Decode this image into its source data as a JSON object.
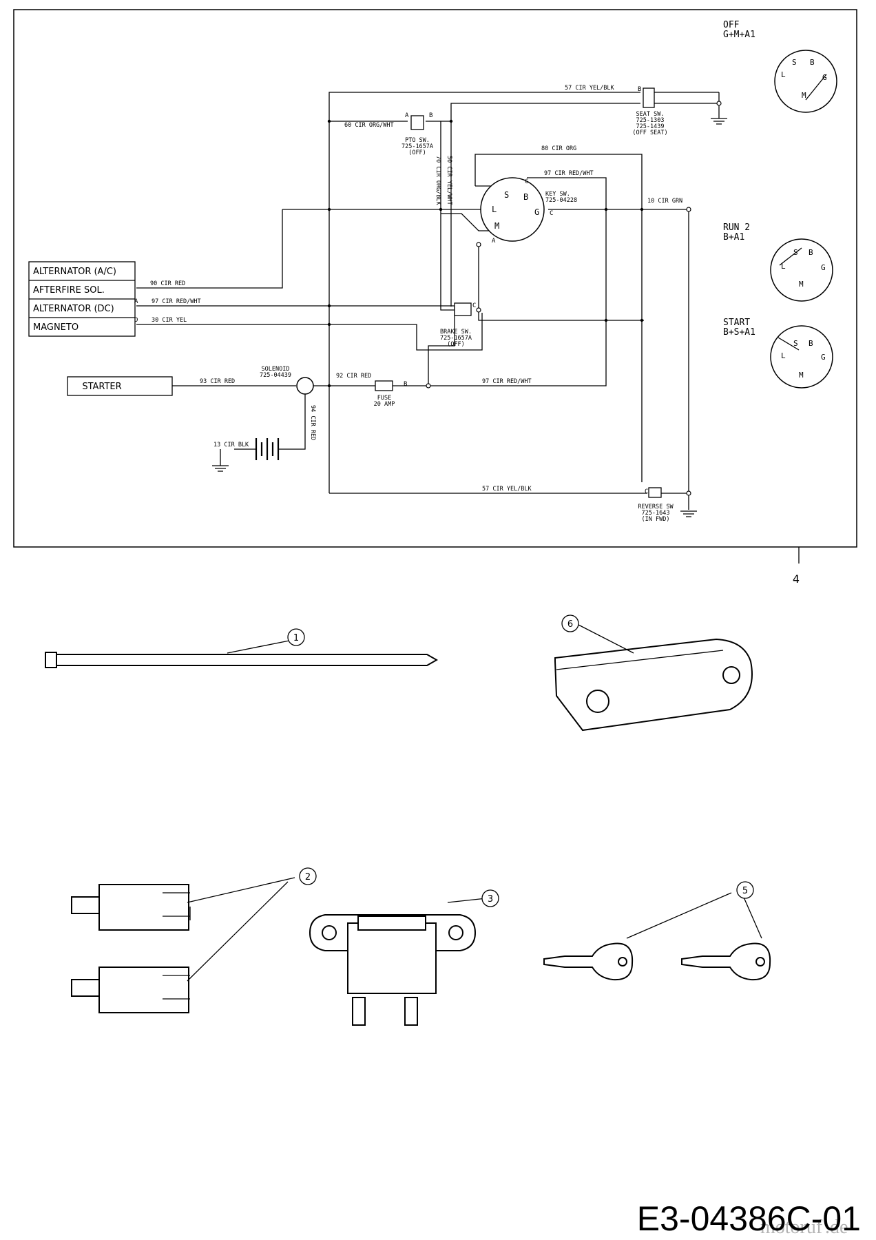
{
  "harness_boxes": [
    "ALTERNATOR (A/C)",
    "AFTERFIRE SOL.",
    "ALTERNATOR (DC)",
    "MAGNETO"
  ],
  "starter_box": "STARTER",
  "wires": {
    "w57_top": "57 CIR YEL/BLK",
    "w60": "60 CIR ORG/WHT",
    "w80": "80 CIR ORG",
    "w97_key": "97 CIR RED/WHT",
    "w10": "10 CIR GRN",
    "w70": "70 CIR ORG/BLK",
    "w50": "50 CIR YEL/WHT",
    "w90": "90 CIR RED",
    "w97_alt": "97 CIR RED/WHT",
    "w30": "30 CIR YEL",
    "w93": "93 CIR RED",
    "w92": "92 CIR RED",
    "w97_fuse": "97 CIR RED/WHT",
    "w94": "94 CIR RED",
    "w13": "13 CIR BLK",
    "w57_bot": "57 CIR YEL/BLK"
  },
  "components": {
    "seat": [
      "SEAT SW.",
      "725-1303",
      "725-1439",
      "(OFF SEAT)"
    ],
    "pto": [
      "PTO SW.",
      "725-1657A",
      "(OFF)"
    ],
    "key": [
      "KEY SW.",
      "725-04228"
    ],
    "brake": [
      "BRAKE SW.",
      "725-1657A",
      "(OFF)"
    ],
    "solenoid": [
      "SOLENOID",
      "725-04439"
    ],
    "fuse": [
      "FUSE",
      "20 AMP"
    ],
    "reverse": [
      "REVERSE SW",
      "725-1643",
      "(IN FWD)"
    ]
  },
  "terminals": {
    "A": "A",
    "B": "B",
    "C": "C",
    "D": "D",
    "S": "S",
    "L": "L",
    "G": "G",
    "M": "M"
  },
  "key_positions": [
    {
      "title": "OFF",
      "formula": "G+M+A1"
    },
    {
      "title": "RUN 2",
      "formula": "B+A1"
    },
    {
      "title": "START",
      "formula": "B+S+A1"
    }
  ],
  "callouts": [
    "1",
    "2",
    "3",
    "4",
    "5",
    "6"
  ],
  "drawing_code": "E3-04386C-01",
  "watermark": "motoruf",
  "watermark_suffix": ".de"
}
